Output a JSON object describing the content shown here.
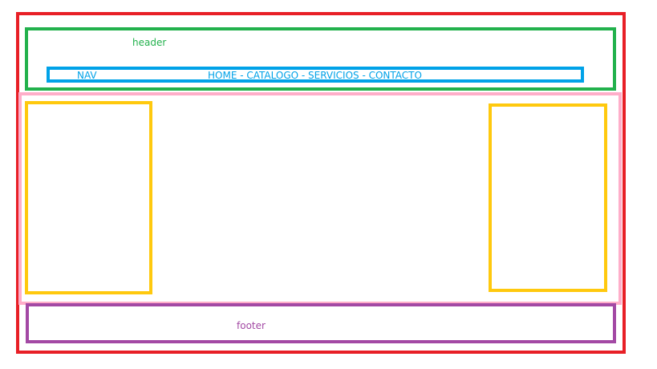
{
  "labels": {
    "header": "header",
    "nav": "NAV",
    "nav_links": "HOME - CATALOGO - SERVICIOS - CONTACTO",
    "footer": "footer"
  },
  "colors": {
    "outer": "#e81f26",
    "header": "#22b14c",
    "nav": "#00a2e8",
    "main": "#ffaec9",
    "aside": "#ffc90e",
    "footer": "#a349a4"
  }
}
